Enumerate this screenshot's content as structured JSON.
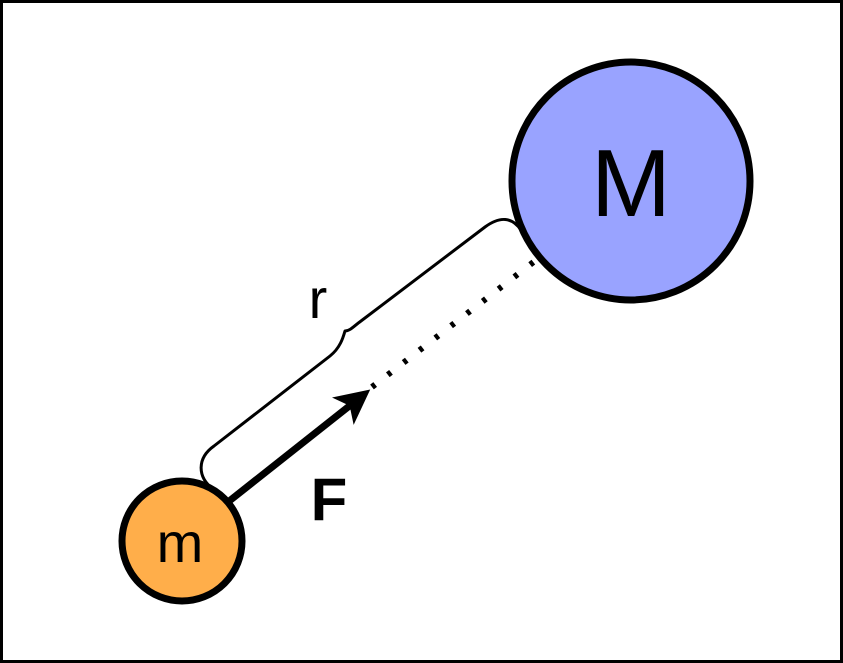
{
  "labels": {
    "large_mass": "M",
    "small_mass": "m",
    "distance": "r",
    "force": "F"
  },
  "colors": {
    "large_mass_fill": "#99a3ff",
    "small_mass_fill": "#ffae4a",
    "stroke": "#000000",
    "background": "#ffffff"
  }
}
